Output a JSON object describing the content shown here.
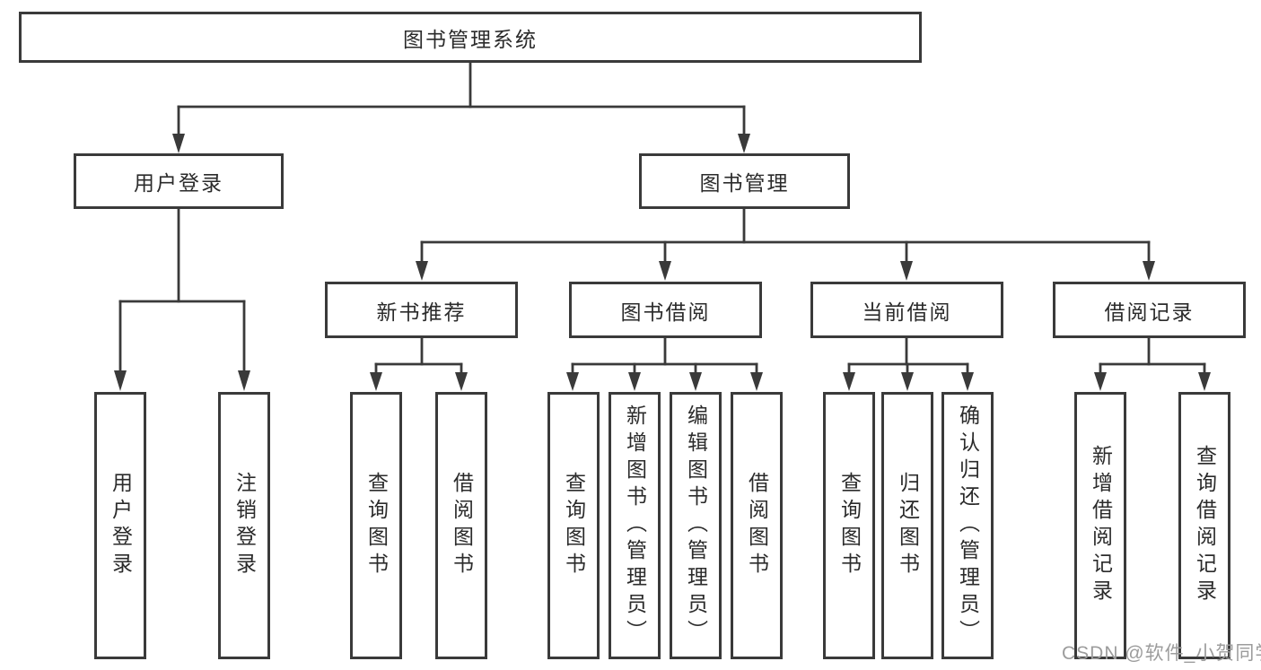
{
  "nodes": {
    "root": "图书管理系统",
    "user_login": "用户登录",
    "book_mgmt": "图书管理",
    "new_book": "新书推荐",
    "book_borrow": "图书借阅",
    "current_borrow": "当前借阅",
    "borrow_record": "借阅记录",
    "leaves": {
      "ul_login": "用户登录",
      "ul_logout": "注销登录",
      "nb_query": "查询图书",
      "nb_borrow": "借阅图书",
      "bb_query": "查询图书",
      "bb_add": "新增图书（管理员）",
      "bb_edit": "编辑图书（管理员）",
      "bb_borrow": "借阅图书",
      "cb_query": "查询图书",
      "cb_return": "归还图书",
      "cb_confirm": "确认归还（管理员）",
      "br_add": "新增借阅记录",
      "br_query": "查询借阅记录"
    }
  },
  "watermark": "CSDN @软件_小贺同学",
  "colors": {
    "line": "#3a3a3a",
    "box_border": "#3a3a3a",
    "text": "#2b2b2b",
    "watermark": "#9c9c9c",
    "background": "#ffffff"
  }
}
